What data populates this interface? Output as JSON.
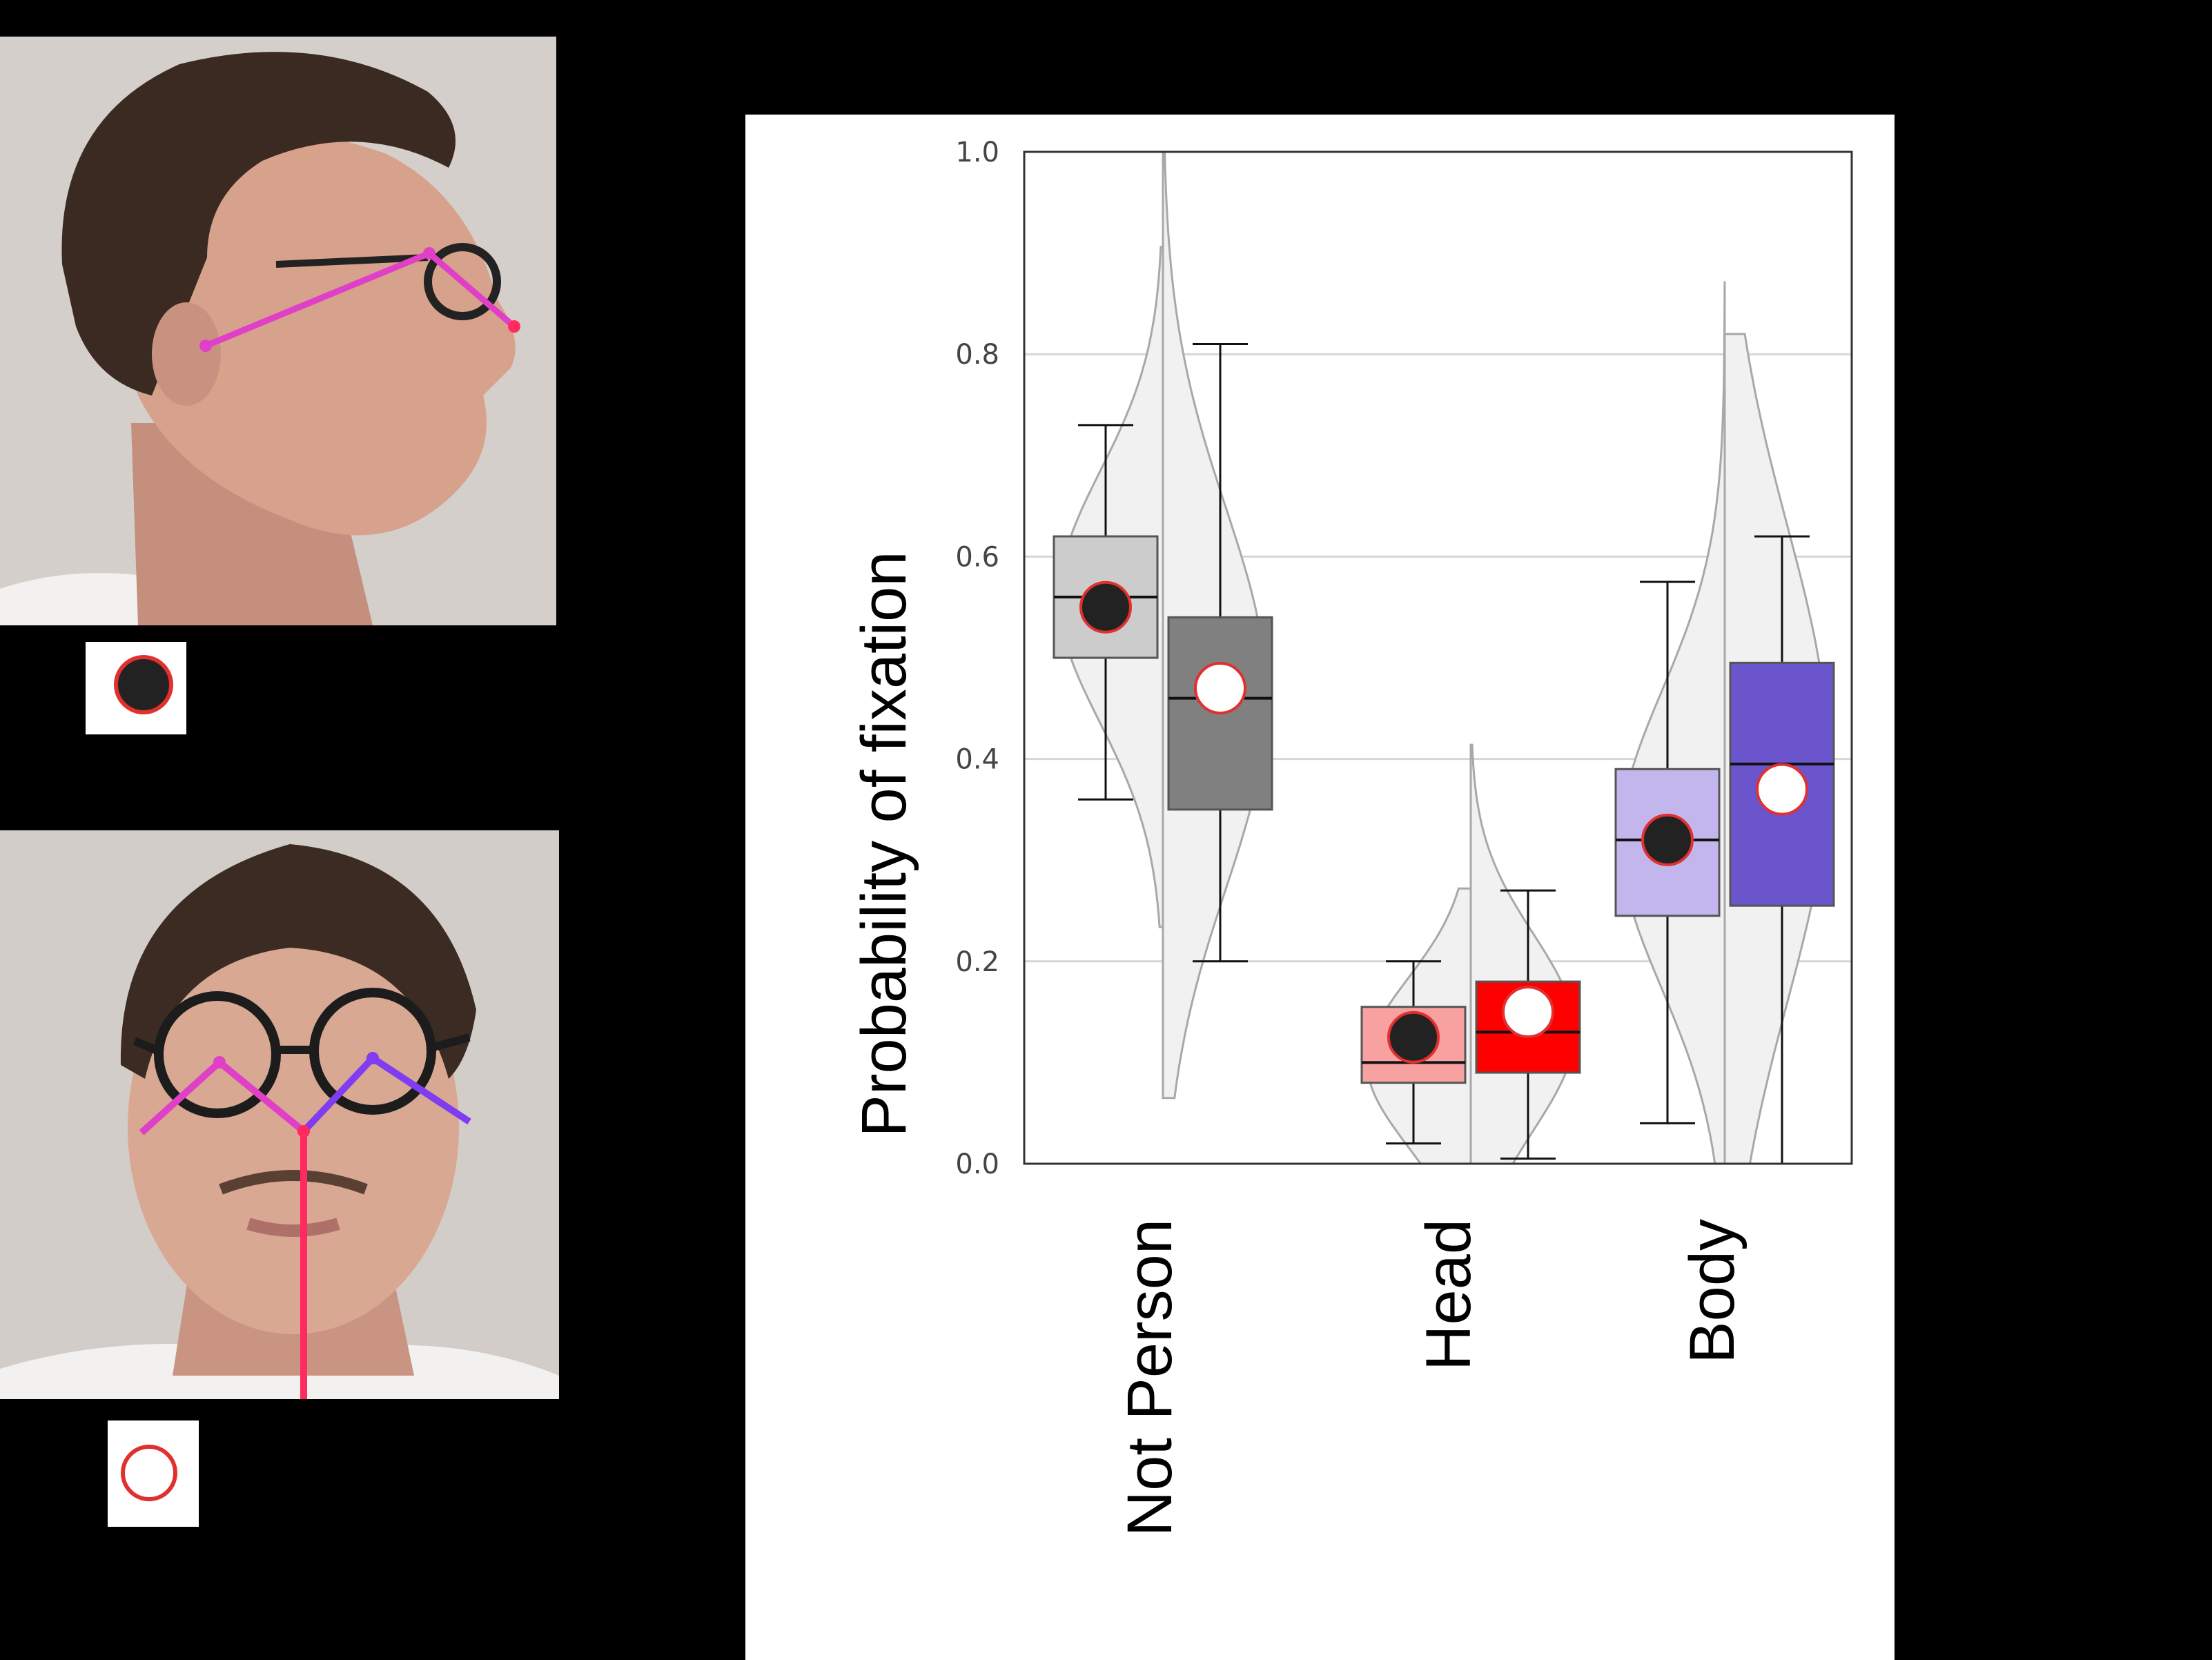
{
  "chart_data": {
    "type": "box-violin",
    "title": "",
    "xlabel": "",
    "ylabel": "Probability of fixation",
    "ylim": [
      0,
      1
    ],
    "yticks": [
      "0.0",
      "0.2",
      "0.4",
      "0.6",
      "0.8",
      "1.0"
    ],
    "grid": true,
    "categories": [
      "Not Person",
      "Head",
      "Body"
    ],
    "groups": [
      {
        "category": "Not Person",
        "boxes": [
          {
            "condition": "profile",
            "marker": "filled",
            "fill": "#cccccc",
            "whisker_low": 0.36,
            "q1": 0.5,
            "median": 0.56,
            "q3": 0.62,
            "whisker_high": 0.73,
            "mean": 0.55
          },
          {
            "condition": "frontal",
            "marker": "open",
            "fill": "#808080",
            "whisker_low": 0.2,
            "q1": 0.35,
            "median": 0.46,
            "q3": 0.54,
            "whisker_high": 0.81,
            "mean": 0.47
          }
        ]
      },
      {
        "category": "Head",
        "boxes": [
          {
            "condition": "profile",
            "marker": "filled",
            "fill": "#f7a1a1",
            "whisker_low": 0.02,
            "q1": 0.08,
            "median": 0.1,
            "q3": 0.155,
            "whisker_high": 0.2,
            "mean": 0.125
          },
          {
            "condition": "frontal",
            "marker": "open",
            "fill": "#ff0000",
            "whisker_low": 0.005,
            "q1": 0.09,
            "median": 0.13,
            "q3": 0.18,
            "whisker_high": 0.27,
            "mean": 0.15
          }
        ]
      },
      {
        "category": "Body",
        "boxes": [
          {
            "condition": "profile",
            "marker": "filled",
            "fill": "#c2b6ec",
            "whisker_low": 0.04,
            "q1": 0.245,
            "median": 0.32,
            "q3": 0.39,
            "whisker_high": 0.575,
            "mean": 0.32
          },
          {
            "condition": "frontal",
            "marker": "open",
            "fill": "#6a55cc",
            "whisker_low": 0.0,
            "q1": 0.255,
            "median": 0.395,
            "q3": 0.495,
            "whisker_high": 0.62,
            "mean": 0.37
          }
        ]
      }
    ]
  },
  "colors": {
    "marker_outline": "#e03030",
    "marker_filled": "#222222",
    "marker_open": "#ffffff",
    "pose_magenta": "#e040c8",
    "pose_purple": "#7f3cf0",
    "pose_red": "#ff2a60"
  },
  "legend": [
    {
      "condition": "profile",
      "marker": "filled"
    },
    {
      "condition": "frontal",
      "marker": "open"
    }
  ]
}
